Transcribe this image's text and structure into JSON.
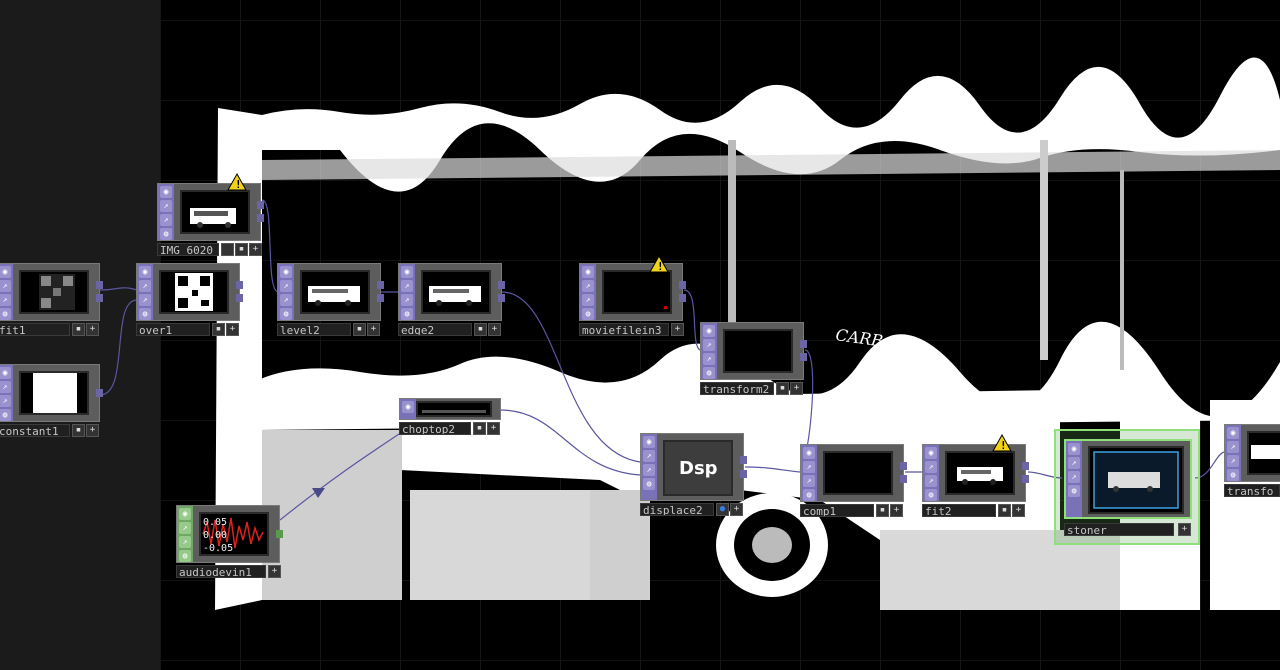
{
  "network": {
    "nodes": [
      {
        "id": "img6020",
        "label": "IMG_6020",
        "warning": true
      },
      {
        "id": "fit1",
        "label": "fit1"
      },
      {
        "id": "over1",
        "label": "over1"
      },
      {
        "id": "constant1",
        "label": "constant1"
      },
      {
        "id": "level2",
        "label": "level2"
      },
      {
        "id": "edge2",
        "label": "edge2"
      },
      {
        "id": "moviefilein3",
        "label": "moviefilein3",
        "warning": true
      },
      {
        "id": "transform2",
        "label": "transform2"
      },
      {
        "id": "choptop2",
        "label": "choptop2"
      },
      {
        "id": "displace2",
        "label": "displace2",
        "thumb_text": "Dsp"
      },
      {
        "id": "comp1",
        "label": "comp1"
      },
      {
        "id": "fit2",
        "label": "fit2",
        "warning": true
      },
      {
        "id": "stoner",
        "label": "stoner"
      },
      {
        "id": "transform_partial",
        "label": "transfo"
      },
      {
        "id": "audiodevin1",
        "label": "audiodevin1",
        "thumb_text": "0.05\n0.00\n-0.05"
      }
    ]
  },
  "colors": {
    "top_family": "#7a72b8",
    "chop_family": "#6fa864",
    "selection": "#8fe07a",
    "wire": "#5a56a0",
    "warning": "#f2d21b"
  },
  "graffiti_text": "CARB"
}
